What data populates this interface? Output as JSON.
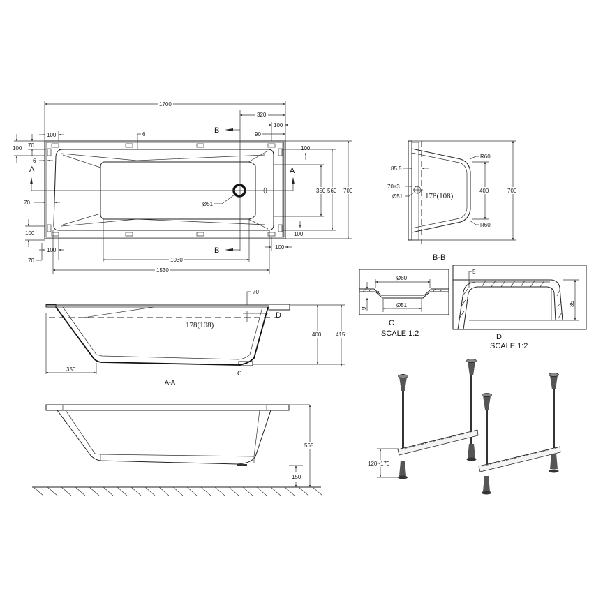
{
  "drawing": {
    "type": "bathtub technical drawing",
    "top_view": {
      "overall_length": "1700",
      "drain_offset": "320",
      "rim_right": "100",
      "rim_right_inner": "90",
      "rim_left_top": "100",
      "wall_thickness_top": "6",
      "left_100": "100",
      "left_70": "70",
      "left_6": "6",
      "left_70_mid": "70",
      "left_bottom_100": "100",
      "bottom_left_100": "100",
      "bottom_left_70": "70",
      "inner_floor_length": "1030",
      "inner_length": "1530",
      "bottom_right_100": "100",
      "right_100_top": "100",
      "right_100_bottom": "100",
      "width_350": "350",
      "width_560": "560",
      "width_700": "700",
      "drain_diameter": "Ø51",
      "section_a_label": "A",
      "section_b_label": "B"
    },
    "section_bb": {
      "title": "B-B",
      "dim_85_5": "85.5",
      "dim_70_3": "70±3",
      "drain_diameter": "Ø51",
      "overflow": "178(108)",
      "radius_top": "R60",
      "radius_bottom": "R60",
      "floor_width": "400",
      "overall_width": "700"
    },
    "detail_c": {
      "label": "C",
      "scale": "SCALE 1:2",
      "outer_diameter": "Ø80",
      "inner_diameter": "Ø51",
      "depth": "9"
    },
    "detail_d": {
      "label": "D",
      "scale": "SCALE 1:2",
      "thickness": "5",
      "height": "35"
    },
    "section_aa": {
      "title": "A-A",
      "rim_70": "70",
      "overflow": "178(108)",
      "depth_400": "400",
      "depth_415": "415",
      "slope_350": "350",
      "detail_c_ref": "C",
      "detail_d_ref": "D"
    },
    "side_elevation": {
      "overall_height": "565",
      "floor_clearance": "150"
    },
    "legs": {
      "adjust_range": "120~170"
    }
  }
}
